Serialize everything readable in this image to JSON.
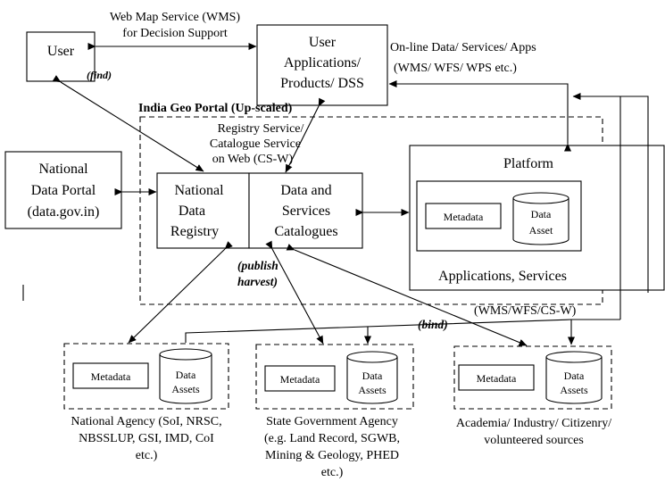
{
  "diagram": {
    "user": "User",
    "wms_label": [
      "Web Map Service (WMS)",
      "for Decision Support"
    ],
    "user_apps": [
      "User",
      "Applications/",
      "Products/ DSS"
    ],
    "online_label": [
      "On-line Data/ Services/ Apps",
      "(WMS/ WFS/ WPS etc.)"
    ],
    "find": "(find)",
    "portal_title": "India Geo Portal (Up-scaled)",
    "registry_label": [
      "Registry Service/",
      "Catalogue Service",
      "on Web (CS-W)"
    ],
    "national_data_portal": [
      "National",
      "Data Portal",
      "(data.gov.in)"
    ],
    "ndr": [
      "National",
      "Data",
      "Registry"
    ],
    "dsc": [
      "Data and",
      "Services",
      "Catalogues"
    ],
    "platform": "Platform",
    "metadata": "Metadata",
    "data_asset": [
      "Data",
      "Asset"
    ],
    "applications_services": "Applications, Services",
    "publish": [
      "(publish",
      "harvest)"
    ],
    "bind": "(bind)",
    "wms_wfs_csw": "(WMS/WFS/CS-W)",
    "data_assets": [
      "Data",
      "Assets"
    ],
    "agency1": [
      "National Agency (SoI, NRSC,",
      "NBSSLUP, GSI, IMD, CoI",
      "etc.)"
    ],
    "agency2": [
      "State Government Agency",
      "(e.g. Land Record, SGWB,",
      "Mining & Geology, PHED",
      "etc.)"
    ],
    "agency3": [
      "Academia/ Industry/ Citizenry/",
      "volunteered sources"
    ]
  }
}
